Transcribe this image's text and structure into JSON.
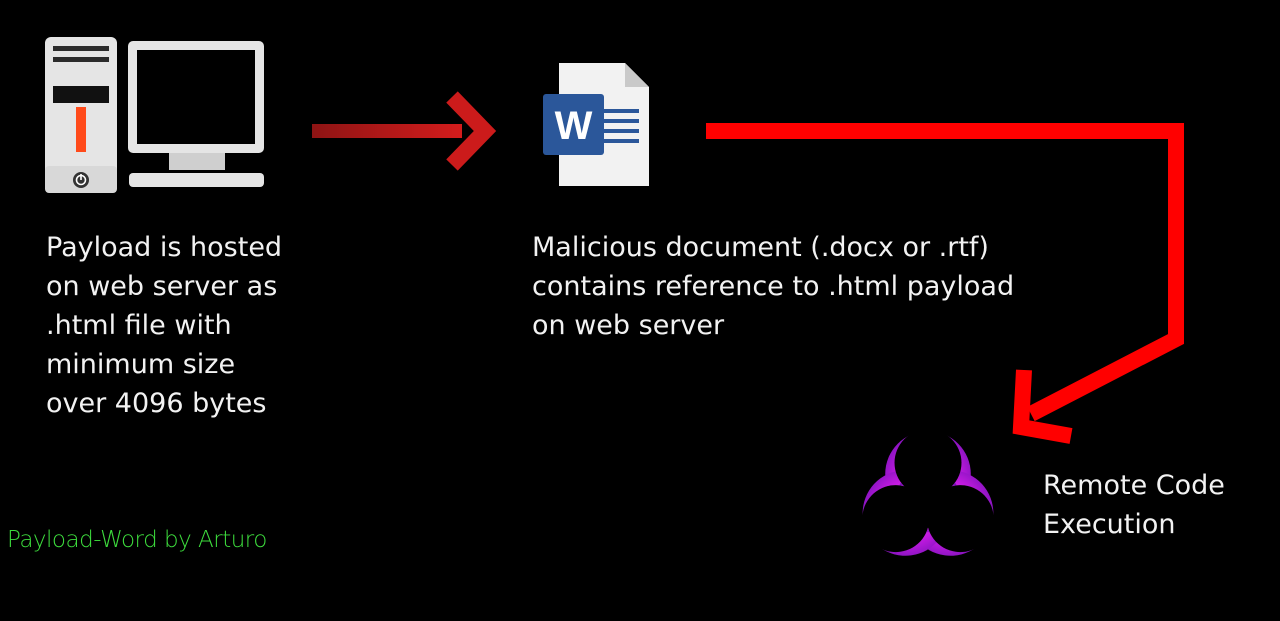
{
  "server": {
    "caption_lines": [
      "Payload is hosted",
      "on web server as",
      ".html file with",
      "minimum size",
      "over 4096 bytes"
    ]
  },
  "document": {
    "icon_letter": "W",
    "caption_lines": [
      "Malicious document (.docx or .rtf)",
      "contains reference to .html payload",
      "on web server"
    ]
  },
  "execution": {
    "caption_lines": [
      "Remote Code",
      "Execution"
    ]
  },
  "credit": {
    "text": "Payload-Word by Arturo"
  },
  "colors": {
    "background": "#000000",
    "arrow_dark": "#b31b1b",
    "arrow_bright": "#ff0000",
    "biohazard": "#c21ae0",
    "word_blue": "#2b579a",
    "credit_green": "#3ddc3d",
    "server_accent": "#ff4a1a"
  },
  "icons": [
    "web-server-icon",
    "monitor-icon",
    "word-document-icon",
    "biohazard-icon"
  ]
}
